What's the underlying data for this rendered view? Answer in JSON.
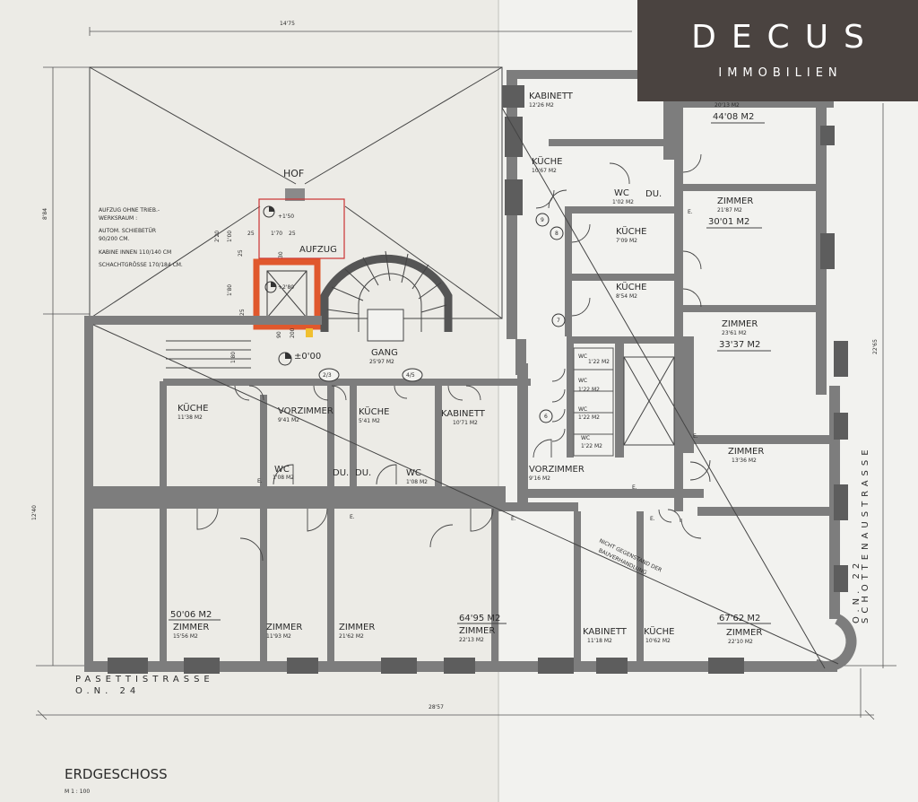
{
  "logo": {
    "brand": "DECUS",
    "sub": "IMMOBILIEN"
  },
  "dimensions": {
    "top": "14'75",
    "left_upper": "8'84",
    "left_lower": "12'40",
    "right": "22'65",
    "bottom": "28'57"
  },
  "courtyard": {
    "label": "HOF"
  },
  "elevator": {
    "notes": [
      "AUFZUG OHNE TRIEB.-",
      "WERKSRAUM :",
      "AUTOM. SCHIEBETÜR",
      "90/200 CM.",
      "KABINE INNEN 110/140 CM",
      "SCHACHTGRÖSSE 170/184 CM."
    ],
    "label": "AUFZUG",
    "level_top": "+1'50",
    "level_bottom": "+2'80",
    "dims": [
      "2'20",
      "1'00",
      "25",
      "1'70",
      "25",
      "25",
      "30",
      "1'80",
      "25",
      "90",
      "200"
    ]
  },
  "hall": {
    "name": "GANG",
    "area": "25'97 M2",
    "level": "±0'00",
    "step": "1'80"
  },
  "tags": [
    "2/3",
    "4/5",
    "6",
    "7",
    "8",
    "9"
  ],
  "rooms": [
    {
      "id": "kabinett-top",
      "name": "KABINETT",
      "area": "12'26 M2"
    },
    {
      "id": "zimmer-top-right",
      "name": "",
      "area": "20'13 M2",
      "total": "44'08 M2"
    },
    {
      "id": "kueche-1",
      "name": "KÜCHE",
      "area": "10'67 M2"
    },
    {
      "id": "wc-top",
      "name": "WC",
      "area": "1'02 M2"
    },
    {
      "id": "du-top",
      "name": "DU."
    },
    {
      "id": "zimmer-2",
      "name": "ZIMMER",
      "area": "21'87 M2",
      "total": "30'01 M2"
    },
    {
      "id": "kueche-2",
      "name": "KÜCHE",
      "area": "7'09 M2"
    },
    {
      "id": "kueche-3",
      "name": "KÜCHE",
      "area": "8'54 M2"
    },
    {
      "id": "zimmer-3",
      "name": "ZIMMER",
      "area": "23'61 M2",
      "total": "33'37 M2"
    },
    {
      "id": "wc-a",
      "name": "WC",
      "area": "1'22 M2"
    },
    {
      "id": "wc-b",
      "name": "WC",
      "area": "1'22 M2"
    },
    {
      "id": "wc-c",
      "name": "WC",
      "area": "1'22 M2"
    },
    {
      "id": "wc-d",
      "name": "WC",
      "area": "1'22 M2"
    },
    {
      "id": "zimmer-4",
      "name": "ZIMMER",
      "area": "13'36 M2"
    },
    {
      "id": "vorzimmer-right",
      "name": "VORZIMMER",
      "area": "9'16 M2"
    },
    {
      "id": "kueche-left",
      "name": "KÜCHE",
      "area": "11'38 M2"
    },
    {
      "id": "vorzimmer-mid",
      "name": "VORZIMMER",
      "area": "9'41 M2"
    },
    {
      "id": "kueche-mid",
      "name": "KÜCHE",
      "area": "5'41 M2"
    },
    {
      "id": "kabinett-mid",
      "name": "KABINETT",
      "area": "10'71 M2"
    },
    {
      "id": "wc-left",
      "name": "WC",
      "area": "1'08 M2"
    },
    {
      "id": "du-1",
      "name": "DU."
    },
    {
      "id": "du-2",
      "name": "DU."
    },
    {
      "id": "wc-mid",
      "name": "WC",
      "area": "1'08 M2"
    },
    {
      "id": "zimmer-b1",
      "name": "ZIMMER",
      "area": "15'56 M2",
      "total": "50'06 M2"
    },
    {
      "id": "zimmer-b2",
      "name": "ZIMMER",
      "area": "11'93 M2"
    },
    {
      "id": "zimmer-b3",
      "name": "ZIMMER",
      "area": "21'62 M2"
    },
    {
      "id": "zimmer-b4",
      "name": "ZIMMER",
      "area": "22'13 M2",
      "total": "64'95 M2"
    },
    {
      "id": "kabinett-b5",
      "name": "KABINETT",
      "area": "11'18 M2"
    },
    {
      "id": "kueche-b6",
      "name": "KÜCHE",
      "area": "10'62 M2"
    },
    {
      "id": "zimmer-b7",
      "name": "ZIMMER",
      "area": "22'10 M2",
      "total": "67'62 M2"
    }
  ],
  "annotation": [
    "NICHT GEGENSTAND DER",
    "BAUVERHANDLUNG"
  ],
  "entrance_mark": "E.",
  "streets": {
    "pasetti": "PASETTISTRASSE",
    "pasetti_no": "O.N. 24",
    "schottenau": "SCHOTTENAUSTRASSE",
    "schottenau_no": "O.N. 22"
  },
  "floor": {
    "name": "ERDGESCHOSS",
    "scale": "M 1 : 100"
  }
}
